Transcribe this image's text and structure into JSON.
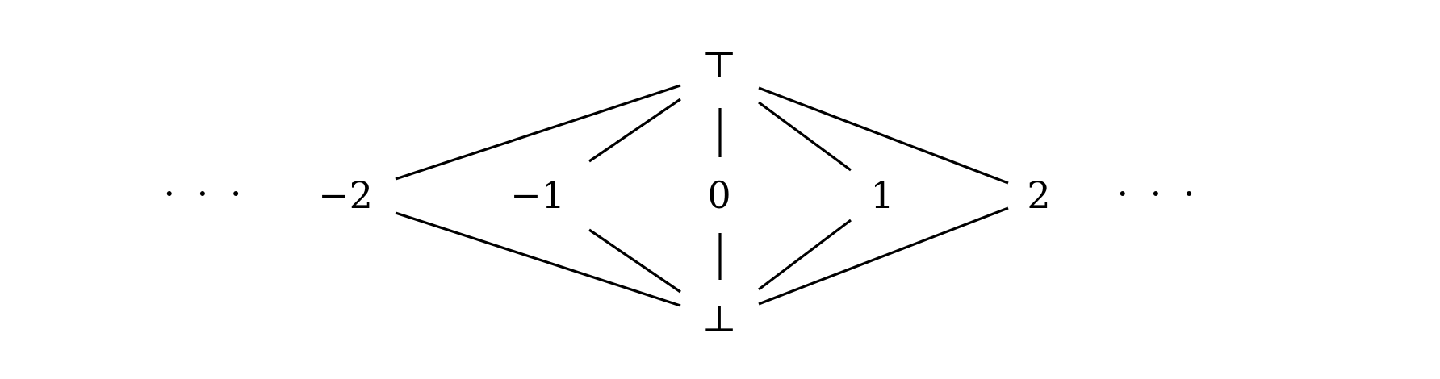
{
  "diagram": {
    "type": "hasse-diagram",
    "nodes": {
      "top": {
        "label": "⊤"
      },
      "bottom": {
        "label": "⊥"
      },
      "neg2": {
        "label": "−2"
      },
      "neg1": {
        "label": "−1"
      },
      "zero": {
        "label": "0"
      },
      "pos1": {
        "label": "1"
      },
      "pos2": {
        "label": "2"
      },
      "ellipsis_left": {
        "label": "· · ·"
      },
      "ellipsis_right": {
        "label": "· · ·"
      }
    },
    "edges": [
      {
        "from": "neg2",
        "to": "top"
      },
      {
        "from": "neg1",
        "to": "top"
      },
      {
        "from": "zero",
        "to": "top"
      },
      {
        "from": "pos1",
        "to": "top"
      },
      {
        "from": "pos2",
        "to": "top"
      },
      {
        "from": "bottom",
        "to": "neg2"
      },
      {
        "from": "bottom",
        "to": "neg1"
      },
      {
        "from": "bottom",
        "to": "zero"
      },
      {
        "from": "bottom",
        "to": "pos1"
      },
      {
        "from": "bottom",
        "to": "pos2"
      }
    ],
    "colors": {
      "line": "#000000",
      "background": "#ffffff"
    }
  }
}
